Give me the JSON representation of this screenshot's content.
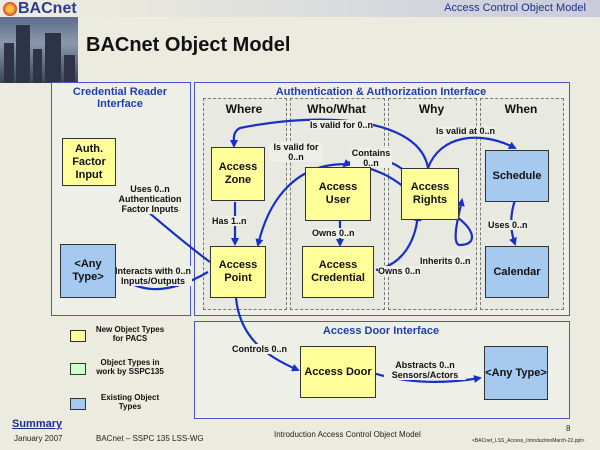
{
  "header": {
    "logo": "BACnet",
    "deck_title": "Access Control Object Model",
    "slide_title": "BACnet Object Model"
  },
  "panels": {
    "credential_reader": "Credential Reader Interface",
    "auth": "Authentication & Authorization Interface",
    "door": "Access Door Interface"
  },
  "columns": {
    "where": "Where",
    "whowhat": "Who/What",
    "why": "Why",
    "when": "When"
  },
  "boxes": {
    "auth_factor_input": "Auth. Factor Input",
    "any_type_1": "<Any Type>",
    "access_zone": "Access Zone",
    "access_point": "Access Point",
    "access_user": "Access User",
    "access_credential": "Access Credential",
    "access_rights": "Access Rights",
    "schedule": "Schedule",
    "calendar": "Calendar",
    "access_door": "Access Door",
    "any_type_2": "<Any Type>"
  },
  "relations": {
    "is_valid_for_top": "Is valid for 0..n",
    "is_valid_at": "Is valid at 0..n",
    "is_valid_for_mid": "Is valid for 0..n",
    "contains": "Contains 0..n",
    "uses_auth": "Uses 0..n Authentication Factor Inputs",
    "has": "Has 1..n",
    "owns_user": "Owns 0..n",
    "uses_cal": "Uses 0..n",
    "inherits": "Inherits 0..n",
    "owns_cred": "Owns 0..n",
    "interacts": "Interacts with 0..n Inputs/Outputs",
    "controls": "Controls 0..n",
    "abstracts": "Abstracts 0..n Sensors/Actors"
  },
  "legend": {
    "new": "New Object Types for PACS",
    "work": "Object Types in work by SSPC135",
    "existing": "Existing Object Types"
  },
  "colors": {
    "new": "#ffff99",
    "work": "#ccffcc",
    "existing": "#a6c9f0",
    "accent": "#1f3fae",
    "arrow": "#1830c8"
  },
  "footer": {
    "summary": "Summary",
    "date": "January 2007",
    "committee": "BACnet – SSPC 135 LSS-WG",
    "topic": "Introduction Access Control Object Model",
    "page": "8",
    "file": "<BACnet_LSS_Access_IntroductionMarch-22.ppt>"
  }
}
